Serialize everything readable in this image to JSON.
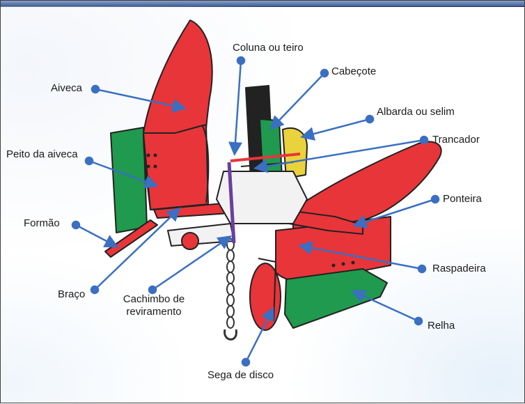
{
  "labels": {
    "aiveca": "Aiveca",
    "coluna": "Coluna ou teiro",
    "cabecote": "Cabeçote",
    "albarda": "Albarda ou selim",
    "trancador": "Trancador",
    "peito": "Peito da aiveca",
    "ponteira": "Ponteira",
    "formao": "Formão",
    "raspadeira": "Raspadeira",
    "braco": "Braço",
    "cachimbo_line1": "Cachimbo de",
    "cachimbo_line2": "reviramento",
    "relha": "Relha",
    "sega": "Sega de disco"
  },
  "colors": {
    "moldboard_red": "#e8353a",
    "share_green": "#1f9a4e",
    "steel_white": "#f2f2f2",
    "dark": "#222222",
    "pointer_blue": "#3a6fc2",
    "header_bar": "#3f5f9a"
  }
}
